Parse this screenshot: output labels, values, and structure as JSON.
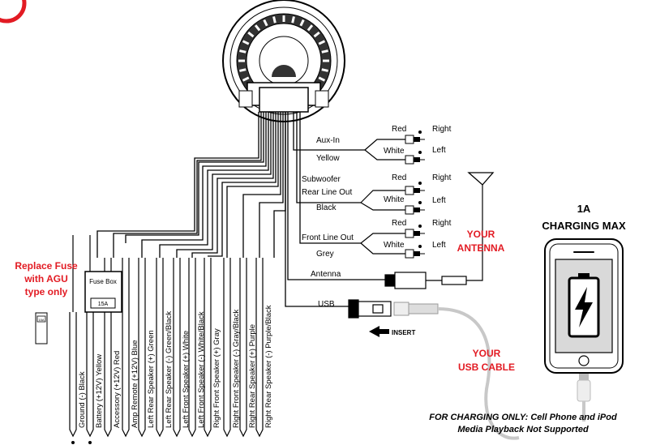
{
  "wire_labels": [
    [
      "Ground (-)",
      "Black"
    ],
    [
      "Battery (+12V)",
      "Yellow"
    ],
    [
      "Accessory (+12V)",
      "Red"
    ],
    [
      "Amp Remote (+12V)",
      "Blue"
    ],
    [
      "Left Rear Speaker (+)",
      "Green"
    ],
    [
      "Left Rear Speaker (-)",
      "Green/Black"
    ],
    [
      "Left Front Speaker (+)",
      "White"
    ],
    [
      "Left Front Speaker (-)",
      "White/Black"
    ],
    [
      "Right Front Speaker (+)",
      "Gray"
    ],
    [
      "Right Front Speaker (-)",
      "Gray/Black"
    ],
    [
      "Right Rear Speaker (+)",
      "Purple"
    ],
    [
      "Right Rear Speaker (-)",
      "Purple/Black"
    ]
  ],
  "fuse": {
    "box_label": "Fuse Box",
    "rating": "15A",
    "replace_note": [
      "Replace Fuse",
      "with AGU",
      "type only"
    ],
    "small_fuse_label": "15A"
  },
  "aux_in": {
    "label": "Aux-In",
    "color": "Yellow",
    "red": "Red",
    "white": "White",
    "right": "Right",
    "left": "Left"
  },
  "subwoofer": {
    "label1": "Subwoofer",
    "label2": "Rear Line Out",
    "color": "Black",
    "red": "Red",
    "white": "White",
    "right": "Right",
    "left": "Left"
  },
  "front_line": {
    "label": "Front Line Out",
    "color": "Grey",
    "red": "Red",
    "white": "White",
    "right": "Right",
    "left": "Left"
  },
  "antenna": {
    "label": "Antenna",
    "your_antenna": [
      "YOUR",
      "ANTENNA"
    ]
  },
  "usb": {
    "label": "USB",
    "insert": "INSERT",
    "your_cable": [
      "YOUR",
      "USB CABLE"
    ]
  },
  "charging": {
    "line1": "1A",
    "line2": "CHARGING MAX"
  },
  "footnote": [
    "FOR CHARGING ONLY: Cell Phone and iPod",
    "Media Playback Not Supported"
  ],
  "colors": {
    "accent": "#e21b23",
    "line": "#000000",
    "usb_cable": "#c8c8c8"
  }
}
